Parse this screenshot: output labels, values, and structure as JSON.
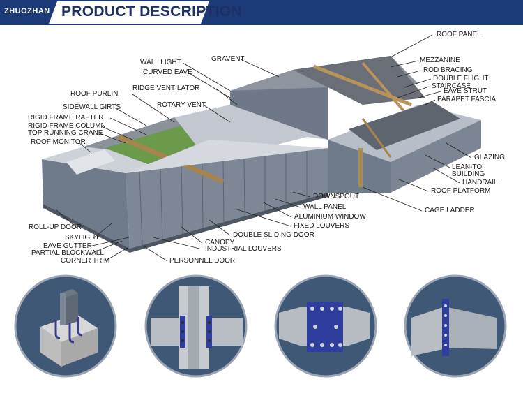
{
  "header": {
    "brand": "ZHUOZHAN",
    "title": "PRODUCT DESCRIPTION",
    "banner_color": "#1d3a78"
  },
  "labels": {
    "roof_panel": "ROOF PANEL",
    "gravent": "GRAVENT",
    "mezzanine": "MEZZANINE",
    "wall_light": "WALL LIGHT",
    "rod_bracing": "ROD BRACING",
    "curved_eave": "CURVED EAVE",
    "double_flight": "DOUBLE FLIGHT",
    "staircase": "STAIRCASE",
    "ridge_ventilator": "RIDGE VENTILATOR",
    "eave_strut": "EAVE STRUT",
    "roof_purlin": "ROOF PURLIN",
    "parapet_fascia": "PARAPET FASCIA",
    "rotary_vent": "ROTARY VENT",
    "sidewall_girts": "SIDEWALL GIRTS",
    "rigid_frame_rafter": "RIGID FRAME RAFTER",
    "rigid_frame_column": "RIGID FRAME COLUMN",
    "top_running_crane": "TOP RUNNING CRANE",
    "roof_monitor": "ROOF MONITOR",
    "glazing": "GLAZING",
    "lean_to_building_1": "LEAN-TO",
    "lean_to_building_2": "BUILDING",
    "handrail": "HANDRAIL",
    "roof_platform": "ROOF PLATFORM",
    "downspout": "DOWNSPOUT",
    "wall_panel": "WALL PANEL",
    "cage_ladder": "CAGE LADDER",
    "aluminium_window": "ALUMINIUM WINDOW",
    "fixed_louvers": "FIXED LOUVERS",
    "roll_up_door": "ROLL-UP DOOR",
    "double_sliding_door": "DOUBLE SLIDING DOOR",
    "skylight": "SKYLIGHT",
    "canopy": "CANOPY",
    "eave_gutter": "EAVE GUTTER",
    "industrial_louvers": "INDUSTRIAL LOUVERS",
    "partial_blockwall": "PARTIAL BLOCKWALL",
    "corner_trim": "CORNER TRIM",
    "personnel_door": "PERSONNEL DOOR"
  },
  "colors": {
    "wall": "#6f7a8a",
    "roof": "#c9ced6",
    "detail_bg": "#3f5876",
    "steel": "#9aa3ad",
    "bolt_plate": "#2f3d9e"
  },
  "detail_icons": [
    "column-base-icon",
    "beam-column-joint-icon",
    "beam-splice-icon",
    "beam-end-plate-icon"
  ]
}
